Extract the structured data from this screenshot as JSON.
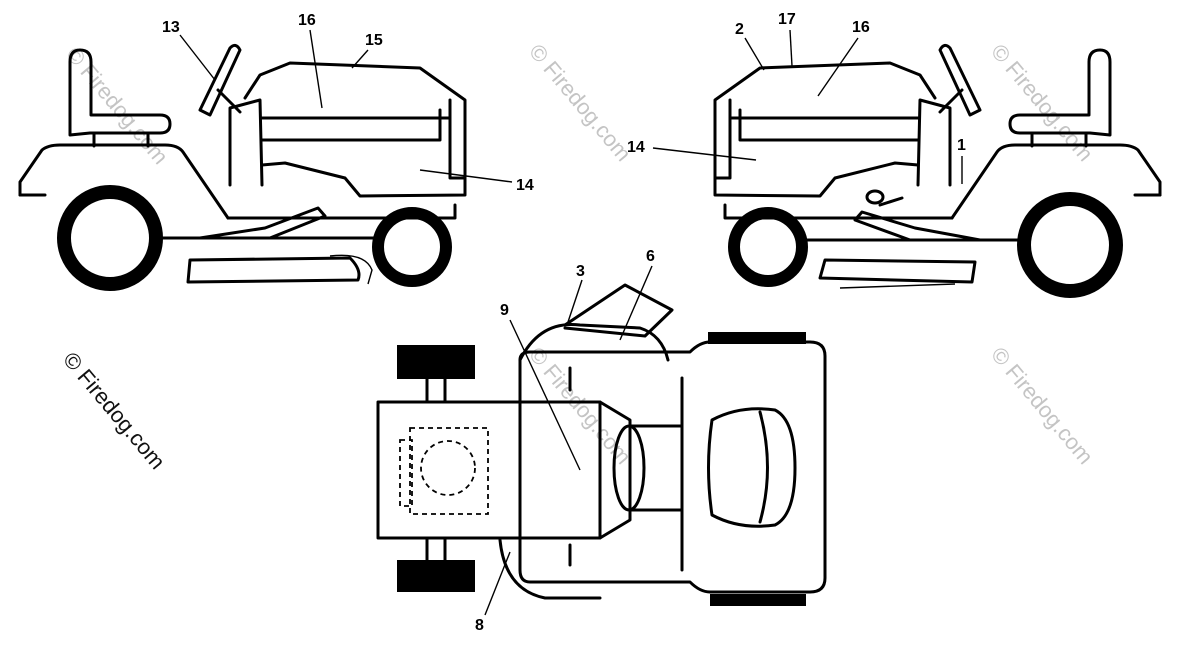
{
  "watermark": {
    "text": "© Firedog.com",
    "color": "#c4c4c4",
    "prominent_color": "#111111"
  },
  "callouts": {
    "left_view": {
      "label_13": "13",
      "label_16": "16",
      "label_15": "15",
      "label_14": "14"
    },
    "right_view": {
      "label_2": "2",
      "label_17": "17",
      "label_16": "16",
      "label_14": "14",
      "label_1": "1"
    },
    "top_view": {
      "label_3": "3",
      "label_6": "6",
      "label_9": "9",
      "label_8": "8"
    }
  }
}
